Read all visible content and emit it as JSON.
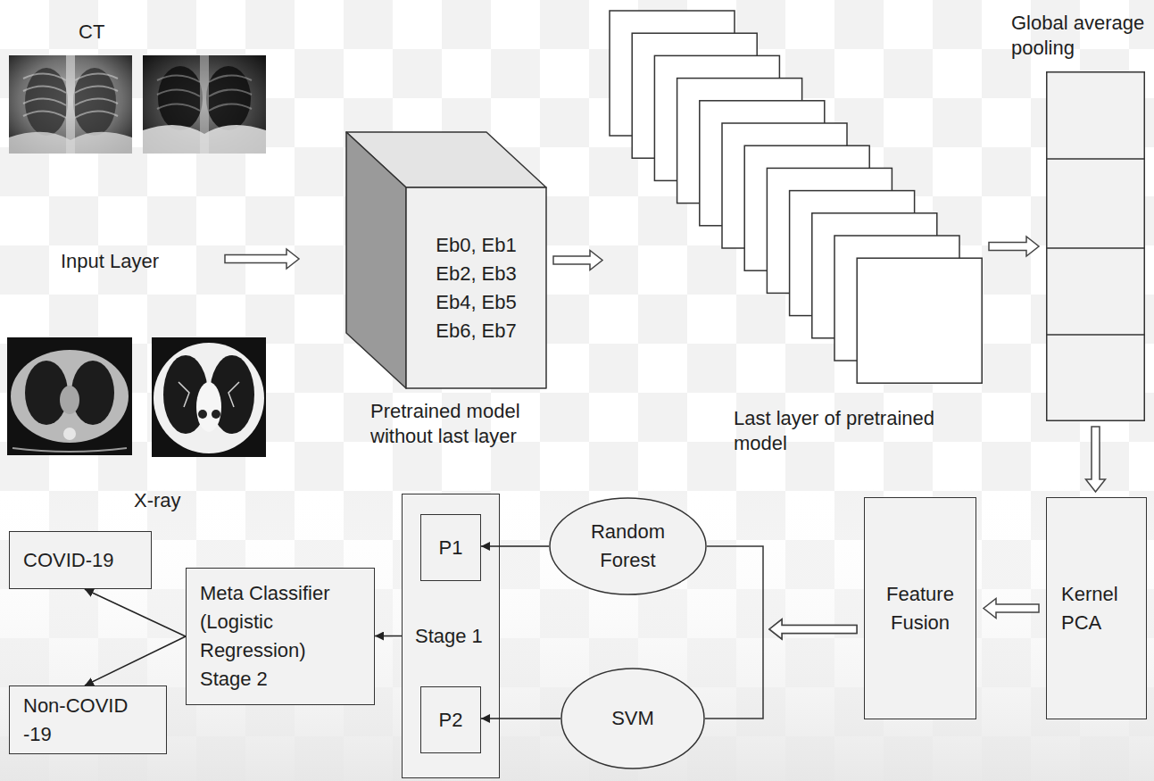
{
  "diagram": {
    "nodes": [
      {
        "text": [
          "Eb0, Eb1 Eb2, Eb3 Eb4, Eb5 Eb6, Eb7",
          "Pretrained model without last layer"
        ]
      },
      {
        "text": [
          "Last layer of pretrained model"
        ]
      },
      {
        "text": [
          "Global average pooling"
        ]
      },
      {
        "text": [
          "Kernel PCA"
        ]
      },
      {
        "text": [
          "Feature Fusion"
        ]
      },
      {
        "text": [
          "Random Forest"
        ]
      },
      {
        "text": [
          "SVM"
        ]
      },
      {
        "text": [
          "Stage 1"
        ]
      },
      {
        "text": [
          "P1"
        ],
        "in": 7
      },
      {
        "text": [
          "P2"
        ],
        "in": 7
      },
      {
        "text": [
          "Meta Classifier (Logistic Regression) Stage 2"
        ]
      },
      {
        "text": [
          "COVID-19"
        ]
      },
      {
        "text": [
          "Non-COVID -19"
        ]
      }
    ],
    "edges": [
      {
        "from": 0,
        "to": 1,
        "arrow": "to"
      },
      {
        "from": 1,
        "to": 2,
        "arrow": "to"
      },
      {
        "from": 2,
        "to": 3,
        "arrow": "to"
      },
      {
        "from": 3,
        "to": 4,
        "arrow": "to"
      },
      {
        "from": 4,
        "to": 5,
        "arrow": "to"
      },
      {
        "from": 4,
        "to": 6,
        "arrow": "to"
      },
      {
        "from": 5,
        "to": 8,
        "arrow": "to"
      },
      {
        "from": 6,
        "to": 9,
        "arrow": "to"
      },
      {
        "from": 7,
        "to": 10,
        "arrow": "to"
      },
      {
        "from": 10,
        "to": 11,
        "arrow": "to"
      },
      {
        "from": 10,
        "to": 12,
        "arrow": "to"
      }
    ],
    "labels": [
      "CT",
      "Input Layer",
      "X-ray"
    ]
  }
}
